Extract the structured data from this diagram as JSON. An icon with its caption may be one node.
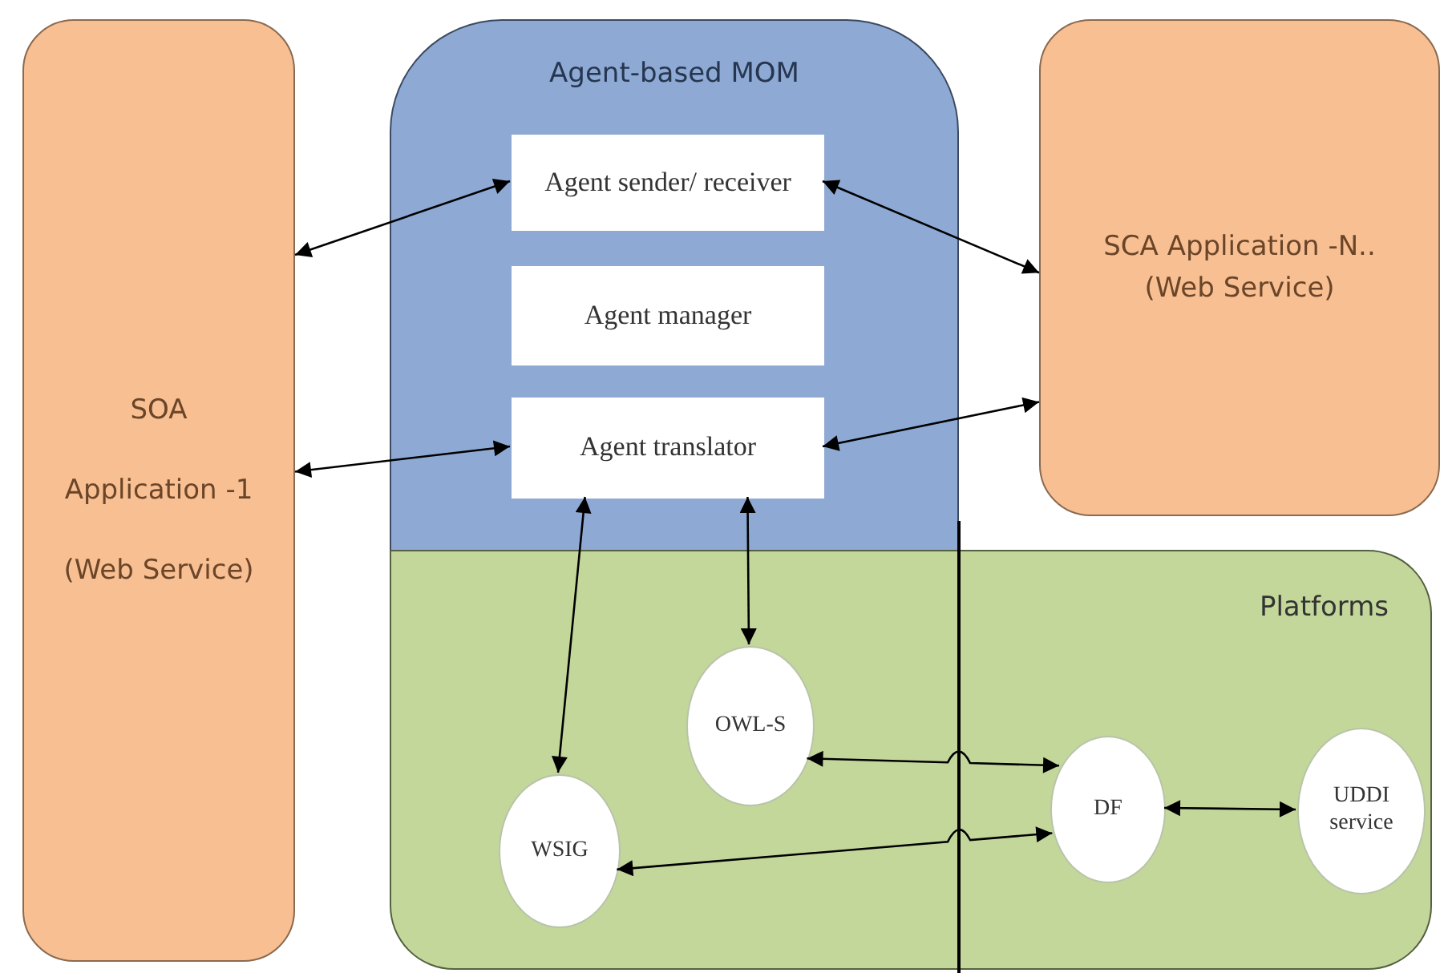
{
  "diagram": {
    "nodes": [
      {
        "text": [
          "SOA",
          "Application -1",
          "(Web Service)"
        ]
      },
      {
        "text": [
          "Agent-based MOM"
        ]
      },
      {
        "text": [
          "Agent sender/ receiver"
        ],
        "in": 1
      },
      {
        "text": [
          "Agent manager"
        ],
        "in": 1
      },
      {
        "text": [
          "Agent translator"
        ],
        "in": 1
      },
      {
        "text": [
          "SCA Application -N..",
          "(Web Service)"
        ]
      },
      {
        "text": [
          "Platforms"
        ]
      },
      {
        "text": [
          "OWL-S"
        ],
        "in": 6
      },
      {
        "text": [
          "WSIG"
        ],
        "in": 6
      },
      {
        "text": [
          "DF"
        ],
        "in": 6
      },
      {
        "text": [
          "UDDI service"
        ],
        "in": 6
      }
    ],
    "edges": [
      {
        "from": 2,
        "to": 0,
        "arrow": "both"
      },
      {
        "from": 4,
        "to": 0,
        "arrow": "both"
      },
      {
        "from": 2,
        "to": 5,
        "arrow": "both"
      },
      {
        "from": 4,
        "to": 5,
        "arrow": "both"
      },
      {
        "from": 4,
        "to": 8,
        "arrow": "both"
      },
      {
        "from": 4,
        "to": 7,
        "arrow": "both"
      },
      {
        "from": 7,
        "to": 9,
        "arrow": "both"
      },
      {
        "from": 8,
        "to": 9,
        "arrow": "both"
      },
      {
        "from": 9,
        "to": 10,
        "arrow": "both"
      }
    ]
  }
}
